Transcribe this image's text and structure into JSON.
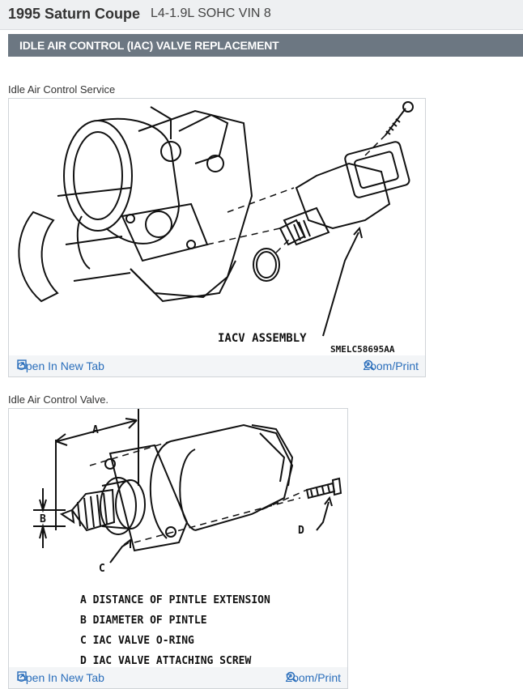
{
  "header": {
    "make_model": "1995 Saturn Coupe",
    "engine": "L4-1.9L SOHC VIN 8"
  },
  "section": {
    "title": "IDLE AIR CONTROL (IAC) VALVE REPLACEMENT"
  },
  "figures": [
    {
      "caption": "Idle Air Control Service",
      "labels": [
        "IACV ASSEMBLY",
        "SMELC58695AA"
      ],
      "open_link": "Open In New Tab",
      "zoom_link": "Zoom/Print"
    },
    {
      "caption": "Idle Air Control Valve.",
      "callouts": [
        "A",
        "B",
        "C",
        "D"
      ],
      "legend": [
        "A  DISTANCE  OF  PINTLE  EXTENSION",
        "B  DIAMETER  OF  PINTLE",
        "C  IAC  VALVE  O-RING",
        "D  IAC  VALVE  ATTACHING  SCREW"
      ],
      "open_link": "Open In New Tab",
      "zoom_link": "Zoom/Print"
    }
  ]
}
